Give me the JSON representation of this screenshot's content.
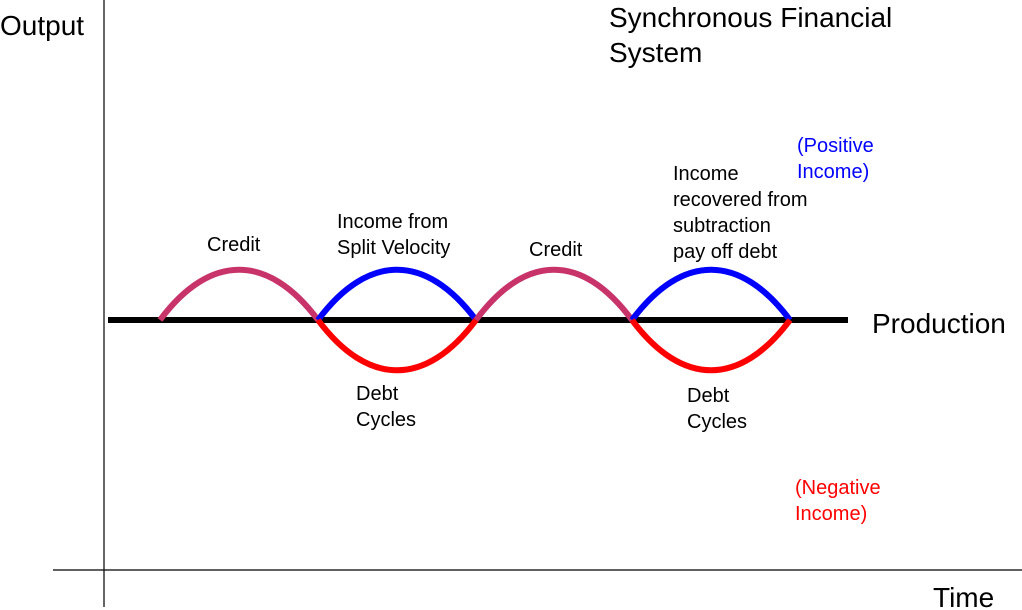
{
  "title": [
    "Synchronous Financial",
    "System"
  ],
  "axes": {
    "y_label": "Output",
    "x_label": "Time"
  },
  "baseline_label": "Production",
  "labels": {
    "credit_1": "Credit",
    "credit_2": "Credit",
    "income_split": [
      "Income from",
      "Split Velocity"
    ],
    "income_recovered": [
      "Income",
      "recovered from",
      "subtraction",
      "pay off debt"
    ],
    "debt_1": [
      "Debt",
      "Cycles"
    ],
    "debt_2": [
      "Debt",
      "Cycles"
    ],
    "positive": [
      "(Positive",
      "Income)"
    ],
    "negative": [
      "(Negative",
      "Income)"
    ]
  },
  "colors": {
    "credit": "#c8336a",
    "positive": "#0000ff",
    "negative": "#ff0000",
    "baseline": "#000000"
  }
}
